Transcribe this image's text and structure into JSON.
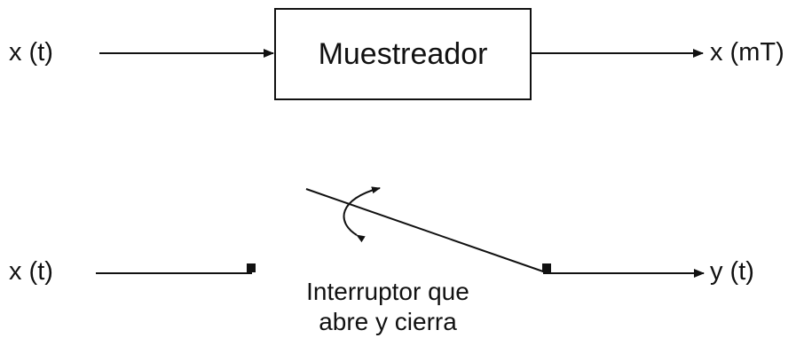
{
  "sampler_diagram": {
    "input_label": "x (t)",
    "block_label": "Muestreador",
    "output_label": "x (mT)"
  },
  "switch_diagram": {
    "input_label": "x (t)",
    "output_label": "y (t)",
    "caption_line1": "Interruptor que",
    "caption_line2": "abre y cierra"
  },
  "colors": {
    "ink": "#111111",
    "background": "#ffffff"
  }
}
